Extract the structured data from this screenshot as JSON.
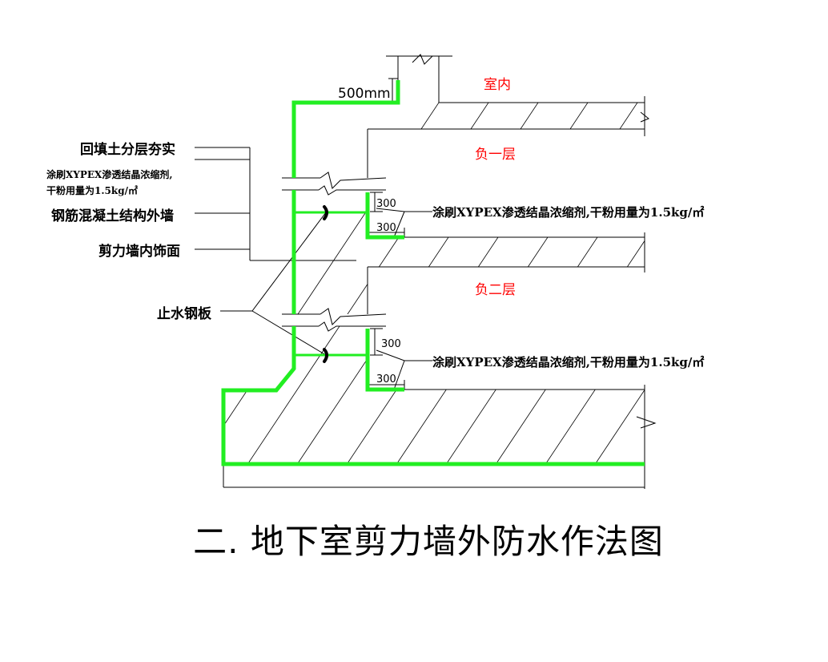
{
  "labels": {
    "backfill": "回填土分层夯实",
    "coating_left_line1": "涂刷XYPEX渗透结晶浓缩剂,",
    "coating_left_line2": "干粉用量为1.5kg/㎡",
    "rc_wall": "钢筋混凝土结构外墙",
    "inner_finish": "剪力墙内饰面",
    "waterstop": "止水钢板",
    "coating_right_1": "涂刷XYPEX渗透结晶浓缩剂,干粉用量为1.5kg/㎡",
    "coating_right_2": "涂刷XYPEX渗透结晶浓缩剂,干粉用量为1.5kg/㎡"
  },
  "rooms": {
    "indoor": "室内",
    "b1": "负一层",
    "b2": "负二层"
  },
  "dimensions": {
    "top": "500mm",
    "b1_vertical": "300",
    "b1_horizontal": "300",
    "b2_vertical": "300",
    "b2_horizontal": "300"
  },
  "title": "二. 地下室剪力墙外防水作法图",
  "colors": {
    "waterproof": "#22ee22",
    "room_text": "#ff0000"
  }
}
